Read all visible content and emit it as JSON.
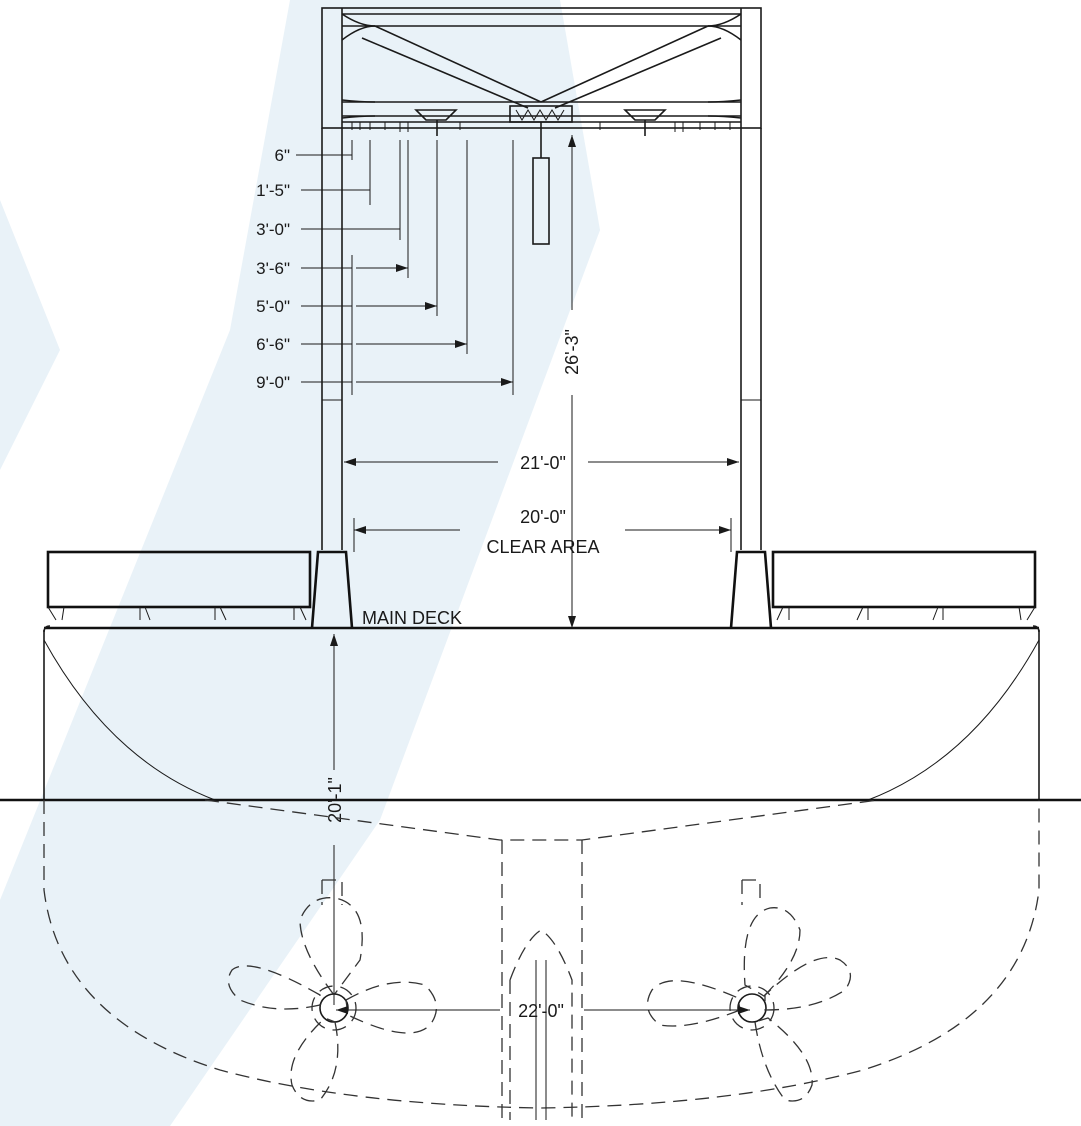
{
  "drawing": {
    "hoist_offsets": [
      "6\"",
      "1'-5\"",
      "3'-0\"",
      "3'-6\"",
      "5'-0\"",
      "6'-6\"",
      "9'-0\""
    ],
    "lift_height": "26'-3\"",
    "frame_width": "21'-0\"",
    "clear_width": "20'-0\"",
    "clear_label": "CLEAR AREA",
    "deck_label": "MAIN DECK",
    "depth": "20'-1\"",
    "propeller_spacing": "22'-0\"",
    "watermark_color": "#e9f2f8"
  }
}
